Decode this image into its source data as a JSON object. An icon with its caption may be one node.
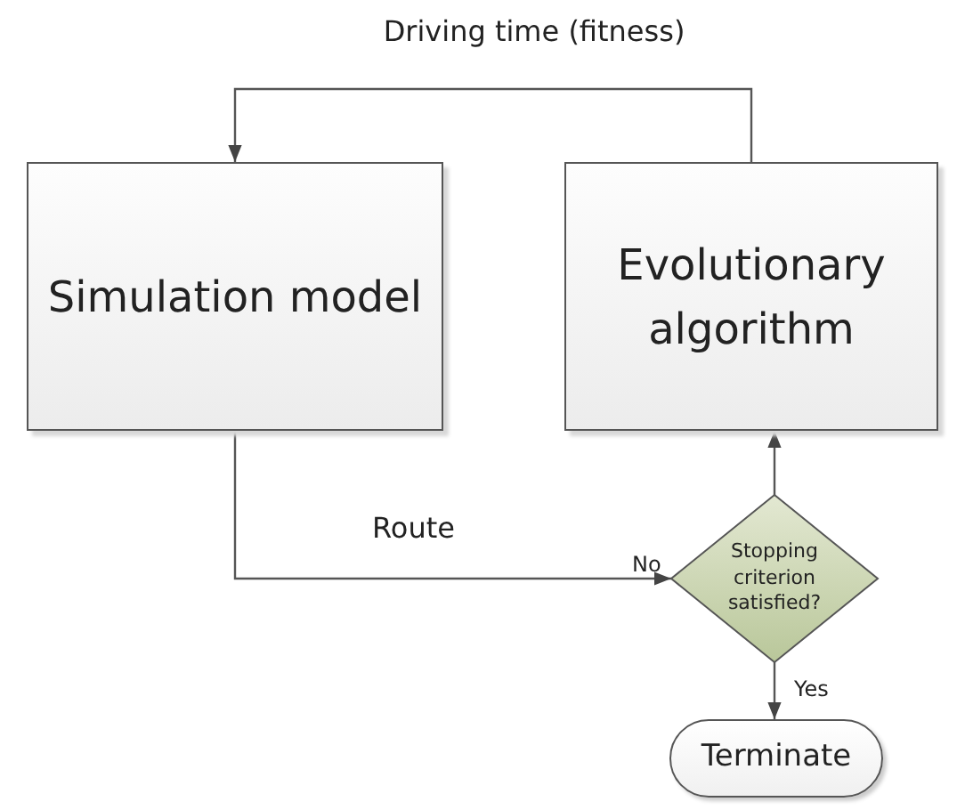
{
  "diagram": {
    "nodes": [
      {
        "text": [
          "Simulation model"
        ]
      },
      {
        "text": [
          "Evolutionary algorithm"
        ]
      },
      {
        "text": [
          "Stopping criterion satisfied?"
        ]
      },
      {
        "text": [
          "Terminate"
        ]
      }
    ],
    "edges": [
      {
        "from": 1,
        "to": 0,
        "arrow": "to",
        "label": "Driving time (fitness)"
      },
      {
        "from": 0,
        "to": 2,
        "arrow": "to",
        "label": "Route"
      },
      {
        "from": 2,
        "to": 1,
        "arrow": "to"
      },
      {
        "from": 2,
        "to": 3,
        "arrow": "to",
        "label": "Yes"
      }
    ],
    "labels": [
      "No"
    ]
  }
}
